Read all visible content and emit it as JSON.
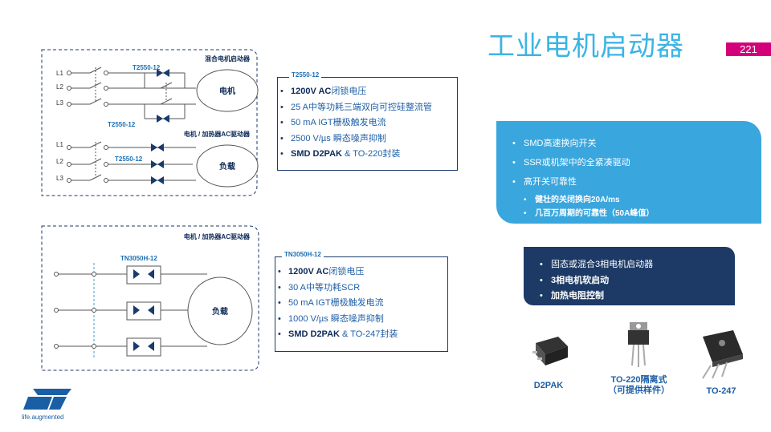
{
  "title": "工业电机启动器",
  "page_number": "221",
  "diagram_top": {
    "title1": "混合电机启动器",
    "title2": "电机 / 加热器AC驱动器",
    "lines1": [
      "L1",
      "L2",
      "L3"
    ],
    "lines2": [
      "L1",
      "L2",
      "L3"
    ],
    "part_label_a": "T2550-12",
    "part_label_b": "T2550-12",
    "part_label_c": "T2550-12",
    "motor_label": "电机",
    "load_label": "负载"
  },
  "spec_top": {
    "tag": "T2550-12",
    "items": [
      {
        "bold": "1200V AC",
        "rest": "闭锁电压"
      },
      {
        "bold": "",
        "rest": "25 A中等功耗三端双向可控硅整流管"
      },
      {
        "bold": "",
        "rest": "50 mA IGT栅极触发电流"
      },
      {
        "bold": "",
        "rest": "2500 V/µs 瞬态噪声抑制"
      },
      {
        "bold": "SMD D2PAK",
        "rest": " & TO-220封装"
      }
    ]
  },
  "diagram_bottom": {
    "title": "电机 / 加热器AC驱动器",
    "part_label": "TN3050H-12",
    "load_label": "负载"
  },
  "spec_bottom": {
    "tag": "TN3050H-12",
    "items": [
      {
        "bold": "1200V AC",
        "rest": "闭锁电压"
      },
      {
        "bold": "",
        "rest": "30 A中等功耗SCR"
      },
      {
        "bold": "",
        "rest": "50 mA IGT栅极触发电流"
      },
      {
        "bold": "",
        "rest": "1000 V/µs 瞬态噪声抑制"
      },
      {
        "bold": "SMD D2PAK",
        "rest": " & TO-247封装"
      }
    ]
  },
  "features": {
    "items": [
      "SMD高速换向开关",
      "SSR或机架中的全紧凑驱动",
      "高开关可靠性"
    ],
    "subitems": [
      "健壮的关闭换向20A/ms",
      "几百万周期的可靠性（50A峰值）"
    ]
  },
  "applications": {
    "items": [
      "固态或混合3相电机启动器",
      "3相电机软启动",
      "加热电阻控制"
    ]
  },
  "packages": {
    "d2pak": "D2PAK",
    "to220_line1": "TO-220隔离式",
    "to220_line2": "（可提供样件）",
    "to247": "TO-247"
  },
  "logo": {
    "tagline": "life.augmented"
  },
  "colors": {
    "title": "#3cb4e5",
    "page_number_bg": "#d4007a",
    "feature_box": "#3aa6de",
    "app_box": "#1d3a66",
    "dashed": "#1a3a6b"
  }
}
